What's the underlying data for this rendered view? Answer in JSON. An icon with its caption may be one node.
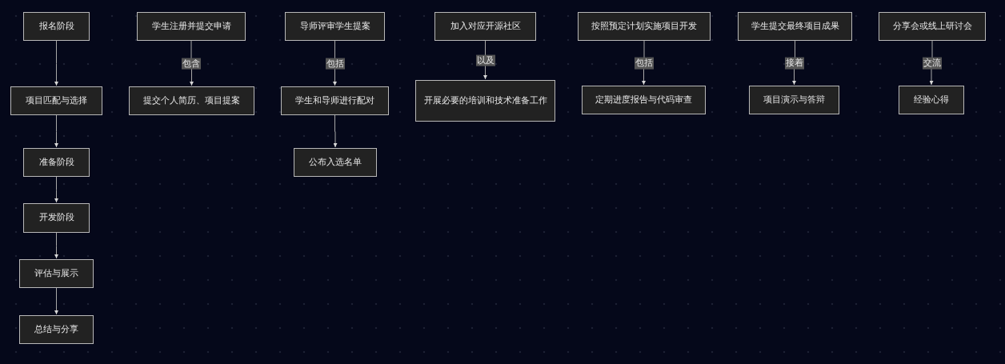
{
  "diagram": {
    "nodes": [
      {
        "text": [
          "报名阶段"
        ]
      },
      {
        "text": [
          "项目匹配与选择"
        ]
      },
      {
        "text": [
          "准备阶段"
        ]
      },
      {
        "text": [
          "开发阶段"
        ]
      },
      {
        "text": [
          "评估与展示"
        ]
      },
      {
        "text": [
          "总结与分享"
        ]
      },
      {
        "text": [
          "学生注册并提交申请"
        ]
      },
      {
        "text": [
          "提交个人简历、项目提案"
        ]
      },
      {
        "text": [
          "导师评审学生提案"
        ]
      },
      {
        "text": [
          "学生和导师进行配对"
        ]
      },
      {
        "text": [
          "公布入选名单"
        ]
      },
      {
        "text": [
          "加入对应开源社区"
        ]
      },
      {
        "text": [
          "开展必要的培训和技术准备工作"
        ]
      },
      {
        "text": [
          "按照预定计划实施项目开发"
        ]
      },
      {
        "text": [
          "定期进度报告与代码审查"
        ]
      },
      {
        "text": [
          "学生提交最终项目成果"
        ]
      },
      {
        "text": [
          "项目演示与答辩"
        ]
      },
      {
        "text": [
          "分享会或线上研讨会"
        ]
      },
      {
        "text": [
          "经验心得"
        ]
      }
    ],
    "edges": [
      {
        "from": 0,
        "to": 1,
        "arrow": "to"
      },
      {
        "from": 1,
        "to": 2,
        "arrow": "to"
      },
      {
        "from": 2,
        "to": 3,
        "arrow": "to"
      },
      {
        "from": 3,
        "to": 4,
        "arrow": "to"
      },
      {
        "from": 4,
        "to": 5,
        "arrow": "to"
      },
      {
        "from": 6,
        "to": 7,
        "arrow": "to",
        "label": "包含"
      },
      {
        "from": 8,
        "to": 9,
        "arrow": "to",
        "label": "包括"
      },
      {
        "from": 9,
        "to": 10,
        "arrow": "to"
      },
      {
        "from": 11,
        "to": 12,
        "arrow": "to",
        "label": "以及"
      },
      {
        "from": 13,
        "to": 14,
        "arrow": "to",
        "label": "包括"
      },
      {
        "from": 15,
        "to": 16,
        "arrow": "to",
        "label": "接着"
      },
      {
        "from": 17,
        "to": 18,
        "arrow": "to",
        "label": "交流"
      }
    ]
  }
}
